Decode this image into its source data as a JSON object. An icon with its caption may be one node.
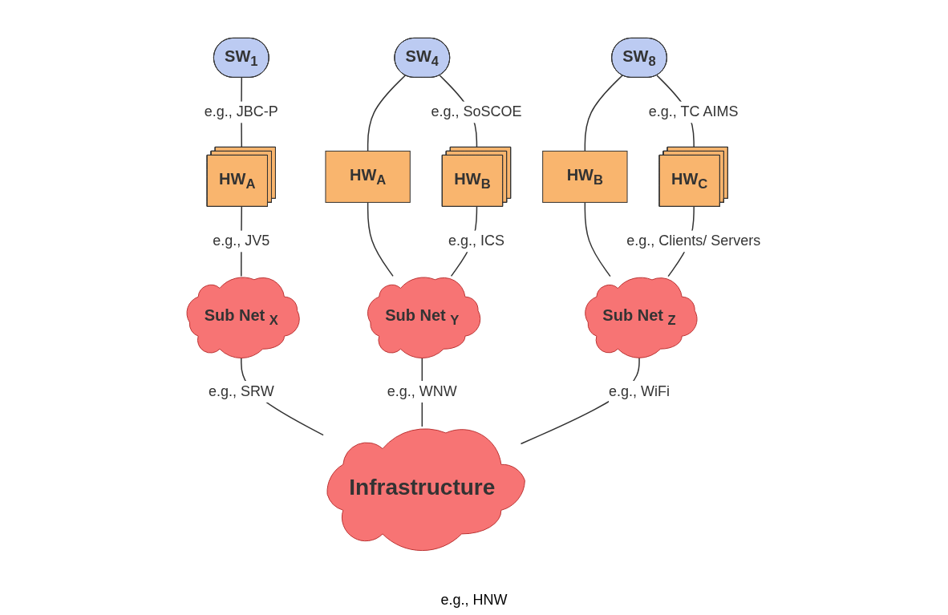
{
  "diagram": {
    "nodes": [
      {
        "text": [
          "SW$_{1}$"
        ]
      },
      {
        "text": [
          "SW$_{4}$"
        ]
      },
      {
        "text": [
          "SW$_{8}$"
        ]
      },
      {
        "text": [
          "HW$_{A}$"
        ]
      },
      {
        "text": [
          "HW$_{A}$"
        ]
      },
      {
        "text": [
          "HW$_{B}$"
        ]
      },
      {
        "text": [
          "HW$_{B}$"
        ]
      },
      {
        "text": [
          "HW$_{C}$"
        ]
      },
      {
        "text": [
          "Sub Net $_{X}$"
        ]
      },
      {
        "text": [
          "Sub Net $_{Y}$"
        ]
      },
      {
        "text": [
          "Sub Net $_{Z}$"
        ]
      },
      {
        "text": [
          "Infrastructure"
        ],
        "beside": [
          "e.g., HNW"
        ]
      }
    ],
    "edges": [
      {
        "from": 0,
        "to": 3,
        "arrow": "none",
        "label": "e.g., JBC-P"
      },
      {
        "from": 1,
        "to": 4,
        "arrow": "none"
      },
      {
        "from": 1,
        "to": 5,
        "arrow": "none",
        "label": "e.g., SoSCOE"
      },
      {
        "from": 2,
        "to": 6,
        "arrow": "none"
      },
      {
        "from": 2,
        "to": 7,
        "arrow": "none",
        "label": "e.g., TC AIMS"
      },
      {
        "from": 3,
        "to": 8,
        "arrow": "none",
        "label": "e.g., JV5"
      },
      {
        "from": 4,
        "to": 9,
        "arrow": "none"
      },
      {
        "from": 5,
        "to": 9,
        "arrow": "none",
        "label": "e.g., ICS"
      },
      {
        "from": 6,
        "to": 10,
        "arrow": "none"
      },
      {
        "from": 7,
        "to": 10,
        "arrow": "none",
        "label": "e.g., Clients/ Servers"
      },
      {
        "from": 8,
        "to": 11,
        "arrow": "none",
        "label": "e.g., SRW"
      },
      {
        "from": 9,
        "to": 11,
        "arrow": "none",
        "label": "e.g., WNW"
      },
      {
        "from": 10,
        "to": 11,
        "arrow": "none",
        "label": "e.g., WiFi"
      }
    ]
  }
}
